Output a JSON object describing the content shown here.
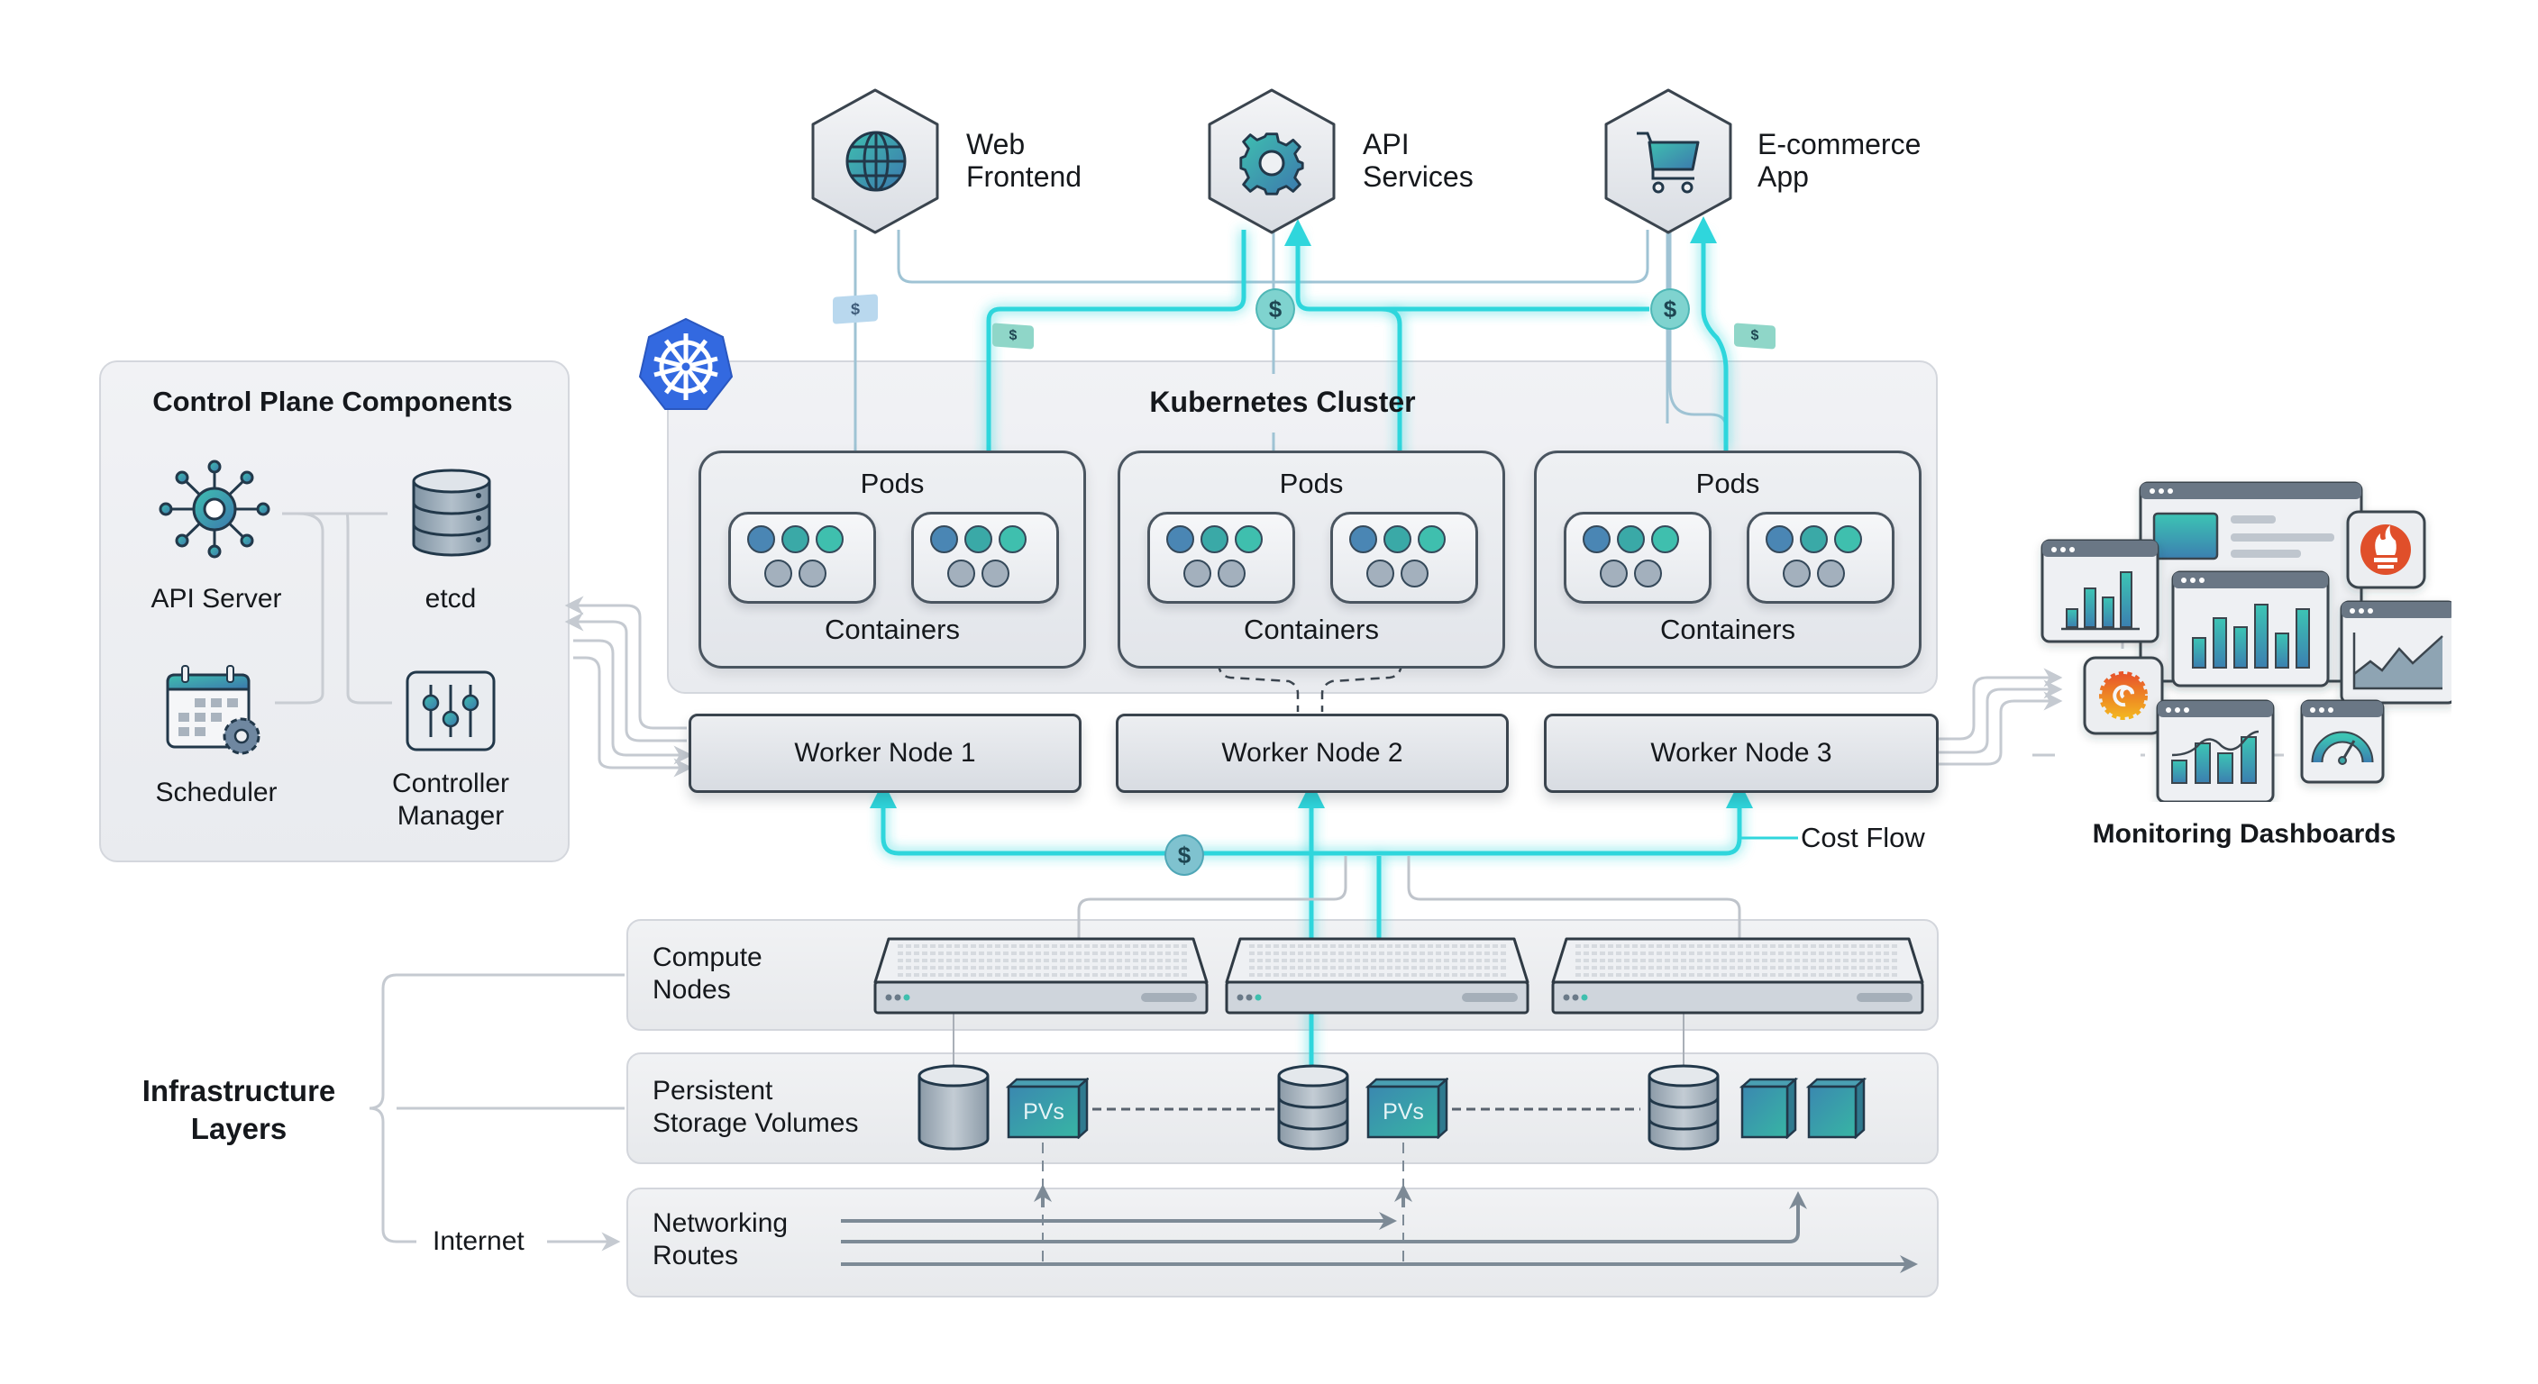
{
  "services": [
    {
      "label_line1": "Web",
      "label_line2": "Frontend",
      "icon": "globe-icon"
    },
    {
      "label_line1": "API",
      "label_line2": "Services",
      "icon": "gear-icon"
    },
    {
      "label_line1": "E-commerce",
      "label_line2": "App",
      "icon": "shopping-cart-icon"
    }
  ],
  "control_plane": {
    "title": "Control Plane Components",
    "components": [
      {
        "label_line1": "API Server",
        "label_line2": "",
        "icon": "hub-icon"
      },
      {
        "label_line1": "etcd",
        "label_line2": "",
        "icon": "database-icon"
      },
      {
        "label_line1": "Scheduler",
        "label_line2": "",
        "icon": "calendar-gear-icon"
      },
      {
        "label_line1": "Controller",
        "label_line2": "Manager",
        "icon": "sliders-icon"
      }
    ]
  },
  "cluster": {
    "title": "Kubernetes Cluster",
    "logo": "kubernetes-helm-icon",
    "pod_groups": [
      {
        "title": "Pods",
        "footer": "Containers"
      },
      {
        "title": "Pods",
        "footer": "Containers"
      },
      {
        "title": "Pods",
        "footer": "Containers"
      }
    ],
    "workers": [
      "Worker Node 1",
      "Worker Node 2",
      "Worker Node 3"
    ]
  },
  "cost": {
    "label": "Cost Flow",
    "symbol": "$",
    "colors": {
      "flow": "#2fd6dc",
      "badge": "#7fd3cf",
      "link": "#9fc3d4"
    }
  },
  "monitoring": {
    "label": "Monitoring Dashboards",
    "colors": {
      "prometheus": "#e0502c",
      "grafana": "#f08a1e",
      "chart": "#3aa6a6"
    }
  },
  "infrastructure": {
    "title_line1": "Infrastructure",
    "title_line2": "Layers",
    "layers": [
      {
        "label_line1": "Compute",
        "label_line2": "Nodes"
      },
      {
        "label_line1": "Persistent",
        "label_line2": "Storage Volumes"
      },
      {
        "label_line1": "Networking",
        "label_line2": "Routes"
      }
    ],
    "pv_label": "PVs",
    "internet_label": "Internet"
  }
}
